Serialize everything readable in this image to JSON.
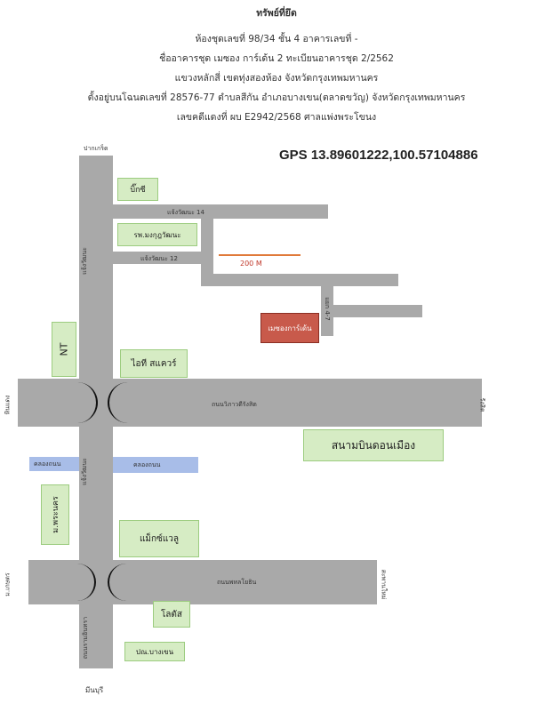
{
  "header": {
    "line1": "ทรัพย์ที่ยึด",
    "line2": "ห้องชุดเลขที่ 98/34  ชั้น 4 อาคารเลขที่ -",
    "line3": "ชื่ออาคารชุด เมซอง การ์เด้น 2 ทะเบียนอาคารชุด 2/2562",
    "line4": "แขวงหลักสี่ เขตทุ่งสองห้อง จังหวัดกรุงเทพมหานคร",
    "line5": "ตั้งอยู่บนโฉนดเลขที่ 28576-77 ตำบลสีกัน อำเภอบางเขน(ตลาดขวัญ) จังหวัดกรุงเทพมหานคร",
    "line6": "เลขคดีแดงที่ ผบ E2942/2568 ศาลแพ่งพระโขนง"
  },
  "gps": "GPS 13.89601222,100.57104886",
  "roads": {
    "top_label": "ปากเกร็ด",
    "main_vertical": "แจ้งวัฒนะ",
    "soi14": "แจ้งวัฒนะ 14",
    "soi12": "แจ้งวัฒนะ 12",
    "soi_small": "แยก 4-7",
    "vibhavadi": "ถนนวิภาวดีรังสิต",
    "left_end": "หินแดง",
    "right_end": "รังสิต",
    "canal_left": "คลองถนน",
    "canal_right": "คลองถนน",
    "main_vertical_lower": "แจ้งวัฒนะ",
    "phahonyothin": "ถนนพหลโยธิน",
    "phahon_left": "ม.เกษตร",
    "phahon_right": "สะพานใหม่",
    "ramintra": "ถนนรามอินทรา",
    "bottom_label": "มีนบุรี"
  },
  "scale": "200 M",
  "target": "เมซองการ์เด้น",
  "poi": {
    "big_c": "บิ๊กซี",
    "hospital": "รพ.มงกุฎวัฒนะ",
    "nt": "NT",
    "it_square": "ไอที สแควร์",
    "airport": "สนามบินดอนเมือง",
    "university": "ม.พระนคร",
    "makro": "แม็กซ์แวลู",
    "lotus": "โลตัส",
    "post": "ปณ.บางเขน"
  },
  "colors": {
    "road": "#a9a9a9",
    "poi_fill": "#d6ecc4",
    "canal": "#a8bde8",
    "target_fill": "#c85a4b",
    "scale_line": "#e07a3a"
  }
}
